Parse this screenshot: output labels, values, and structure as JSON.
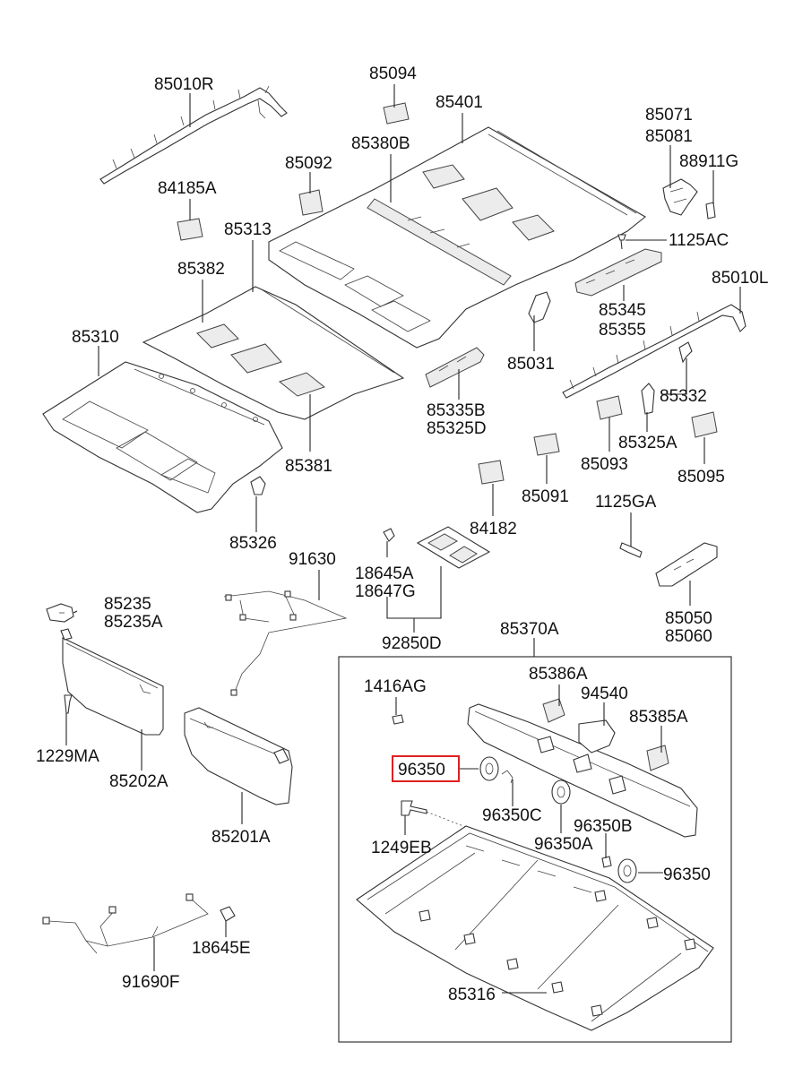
{
  "labels": {
    "p85010R": "85010R",
    "p85094": "85094",
    "p85401": "85401",
    "p85071": "85071",
    "p85081": "85081",
    "p88911G": "88911G",
    "p85380B": "85380B",
    "p85092": "85092",
    "p84185A": "84185A",
    "p85313": "85313",
    "p1125AC": "1125AC",
    "p85382": "85382",
    "p85010L": "85010L",
    "p85345": "85345",
    "p85355": "85355",
    "p85310": "85310",
    "p85031": "85031",
    "p85332": "85332",
    "p85335B": "85335B",
    "p85325D": "85325D",
    "p85325A": "85325A",
    "p85381": "85381",
    "p85093": "85093",
    "p85095": "85095",
    "p85091": "85091",
    "p1125GA": "1125GA",
    "p84182": "84182",
    "p85326": "85326",
    "p91630": "91630",
    "p18645A": "18645A",
    "p18647G": "18647G",
    "p85235": "85235",
    "p85235A": "85235A",
    "p85050": "85050",
    "p85060": "85060",
    "p92850D": "92850D",
    "p85370A": "85370A",
    "p85386A": "85386A",
    "p1416AG": "1416AG",
    "p94540": "94540",
    "p85385A": "85385A",
    "p1229MA": "1229MA",
    "p96350_hl": "96350",
    "p85202A": "85202A",
    "p96350C": "96350C",
    "p96350B": "96350B",
    "p85201A": "85201A",
    "p96350A": "96350A",
    "p1249EB": "1249EB",
    "p96350": "96350",
    "p18645E": "18645E",
    "p91690F": "91690F",
    "p85316": "85316"
  },
  "colors": {
    "highlight": "#e02020",
    "line": "#222222",
    "background": "#ffffff"
  }
}
